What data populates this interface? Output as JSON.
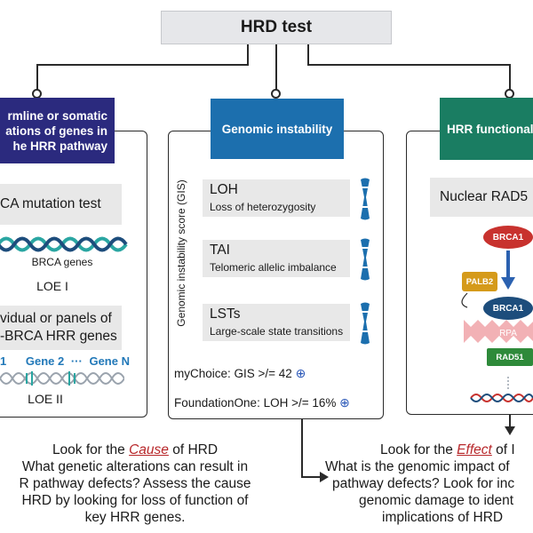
{
  "root": {
    "title": "HRD test"
  },
  "left": {
    "header": [
      "rmline or somatic",
      "ations of genes in",
      "he HRR pathway"
    ],
    "brca_test": "CA mutation test",
    "brca_genes": "BRCA genes",
    "loe1": "LOE I",
    "panel_line1": "vidual or panels of",
    "panel_line2": "-BRCA HRR genes",
    "gene1": "1",
    "gene2": "Gene 2",
    "dots": "···",
    "genen": "Gene N",
    "loe2": "LOE II",
    "colors": {
      "header": "#2b2a7e",
      "helix": "#2aa6a2"
    }
  },
  "middle": {
    "header": "Genomic instability",
    "side_label": "Genomic instability score (GIS)",
    "items": [
      {
        "abbr": "LOH",
        "desc": "Loss of heterozygosity"
      },
      {
        "abbr": "TAI",
        "desc": "Telomeric allelic imbalance"
      },
      {
        "abbr": "LSTs",
        "desc": "Large-scale state transitions"
      }
    ],
    "mychoice": "myChoice: GIS >/= 42",
    "foundation": "FoundationOne: LOH >/= 16%",
    "plus_icon": "⊕",
    "colors": {
      "header": "#1c6fae",
      "chromosome": "#1c6fae"
    }
  },
  "right": {
    "header": "HRR functional",
    "rad": "Nuclear RAD5",
    "brca1_top": "BRCA1",
    "palb2": "PALB2",
    "brca1_mid": "BRCA1",
    "rpa": "RPA",
    "rad51": "RAD51",
    "colors": {
      "header": "#1a7d62",
      "brca1_top": "#c8322e",
      "brca1_mid": "#1d4d7c",
      "palb2": "#d59a1a",
      "rad51": "#2e8a3a",
      "rpa": "#f2b1b5"
    }
  },
  "bottom": {
    "left": {
      "line1_pre": "Look for the ",
      "line1_em": "Cause",
      "line1_post": " of HRD",
      "lines": [
        "What genetic alterations can result in",
        "R pathway defects? Assess the cause",
        "HRD by looking for loss of function of",
        "key HRR genes."
      ]
    },
    "right": {
      "line1_pre": "Look for the ",
      "line1_em": "Effect",
      "line1_post": " of I",
      "lines": [
        "What is the genomic impact of",
        "pathway defects? Look for inc",
        "genomic damage to ident",
        "implications of HRD"
      ]
    }
  }
}
